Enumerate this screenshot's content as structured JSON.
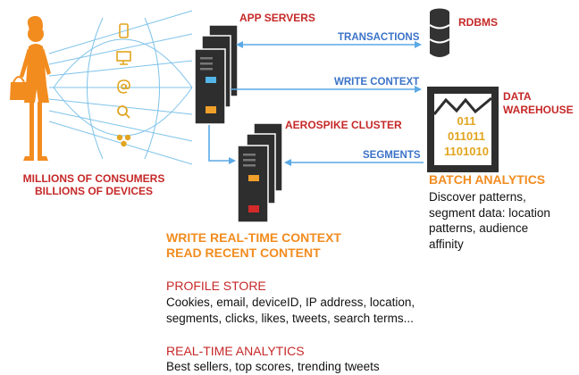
{
  "consumers": {
    "line1": "MILLIONS OF CONSUMERS",
    "line2": "BILLIONS OF DEVICES"
  },
  "app_servers": {
    "label": "APP SERVERS"
  },
  "rdbms": {
    "label": "RDBMS"
  },
  "data_warehouse": {
    "line1": "DATA",
    "line2": "WAREHOUSE",
    "binary": [
      "011",
      "011011",
      "1101010"
    ]
  },
  "aerospike": {
    "label": "AEROSPIKE CLUSTER"
  },
  "arrows": {
    "transactions": "TRANSACTIONS",
    "write_context": "WRITE CONTEXT",
    "segments": "SEGMENTS"
  },
  "batch": {
    "title": "BATCH ANALYTICS",
    "lines": [
      "Discover patterns,",
      "segment data: location",
      "patterns, audience",
      "affinity"
    ]
  },
  "realtime": {
    "line1": "WRITE REAL-TIME CONTEXT",
    "line2": "READ RECENT CONTENT"
  },
  "profile": {
    "title": "PROFILE STORE",
    "lines": [
      "Cookies, email, deviceID, IP address, location,",
      "segments, clicks, likes, tweets, search terms..."
    ]
  },
  "analytics": {
    "title": "REAL-TIME ANALYTICS",
    "text": "Best sellers, top scores, trending tweets"
  },
  "colors": {
    "red": "#c62828",
    "blue": "#3b73c7",
    "orange": "#f28c1f",
    "server": "#2e2e2e",
    "device_icons": "#e1a51f"
  },
  "icons": [
    "smartphone-icon",
    "monitor-icon",
    "at-sign-icon",
    "search-icon",
    "share-icon"
  ]
}
